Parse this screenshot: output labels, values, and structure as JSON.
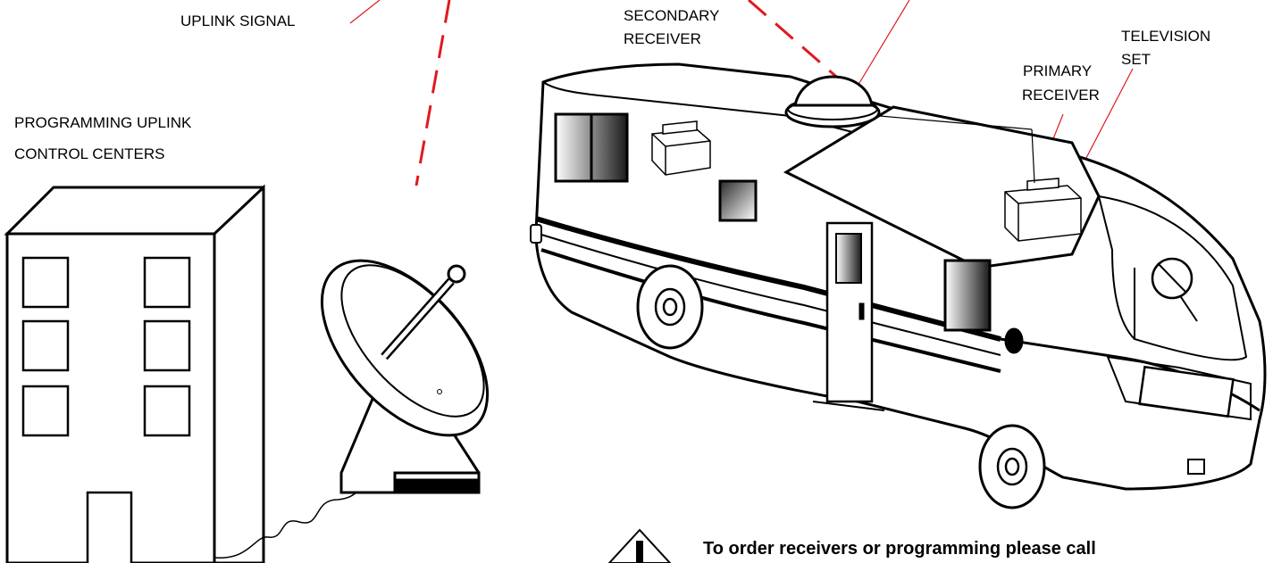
{
  "labels": {
    "uplink_signal": "UPLINK SIGNAL",
    "control_centers_line1": "PROGRAMMING UPLINK",
    "control_centers_line2": "CONTROL CENTERS",
    "secondary_receiver_line1": "SECONDARY",
    "secondary_receiver_line2": "RECEIVER",
    "primary_receiver_line1": "PRIMARY",
    "primary_receiver_line2": "RECEIVER",
    "television_line1": "TELEVISION",
    "television_line2": "SET"
  },
  "notice": {
    "text": "To order receivers or programming please call",
    "icon": "warning-triangle-icon"
  },
  "colors": {
    "signal_line": "#e0191e",
    "leader_line": "#e0191e",
    "outline": "#000000"
  }
}
